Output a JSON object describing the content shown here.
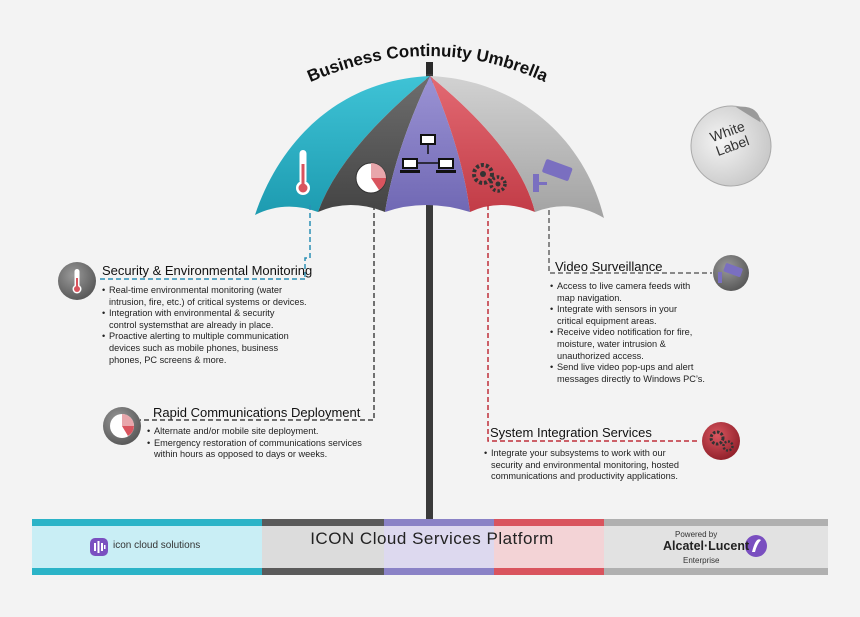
{
  "title": "Business Continuity Umbrella",
  "sticker": {
    "line1": "White",
    "line2": "Label"
  },
  "sections": {
    "security": {
      "title": "Security & Environmental Monitoring",
      "bullets": [
        "Real-time environmental monitoring (water",
        "intrusion, fire, etc.) of critical systems or devices.",
        "Integration with environmental & security",
        "control systemsthat are already in place.",
        "Proactive alerting to multiple communication",
        "devices such as mobile phones, business",
        "phones, PC screens & more."
      ]
    },
    "rapid": {
      "title": "Rapid Communications Deployment",
      "bullets": [
        "Alternate and/or mobile site deployment.",
        "Emergency restoration of communications services",
        "within hours as opposed to days or weeks."
      ]
    },
    "video": {
      "title": "Video Surveillance",
      "bullets": [
        "Access to live camera feeds with",
        "map navigation.",
        "Integrate with sensors in your",
        "critical equipment areas.",
        "Receive video notification for fire,",
        "moisture, water intrusion &",
        "unauthorized access.",
        "Send live video pop-ups and alert",
        "messages directly to Windows PC’s."
      ]
    },
    "integration": {
      "title": "System Integration Services",
      "bullets": [
        "Integrate your subsystems to work with our",
        "security and environmental monitoring, hosted",
        "communications and productivity applications."
      ]
    }
  },
  "platform": {
    "label": "ICON Cloud Services Platform",
    "logo_text": "icon cloud solutions",
    "powered_by": "Powered by",
    "partner": "Alcatel·Lucent",
    "partner_sub": "Enterprise"
  },
  "colors": {
    "teal": "#2bb3c7",
    "dark": "#5a5a5a",
    "purple": "#8a82c6",
    "red": "#d9545e",
    "grey": "#b8b8b8",
    "teal_line": "#2a8fb5",
    "red_line": "#c0303a"
  },
  "icons": {
    "panel_teal": "thermometer-icon",
    "panel_dark": "clock-icon",
    "panel_purple": "network-icon",
    "panel_red": "gears-icon",
    "panel_grey": "camera-icon"
  }
}
